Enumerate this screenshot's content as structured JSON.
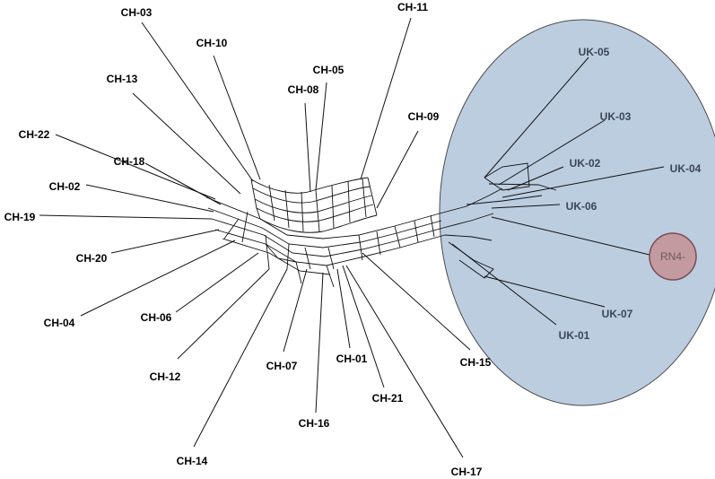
{
  "colors": {
    "group_fill": "#bccde0",
    "group_stroke": "#4a4a4a",
    "highlight_fill": "#c49aa1",
    "highlight_stroke": "#7a4a52"
  },
  "groups": {
    "uk_cluster_label": "",
    "highlight_label": "RN4-"
  },
  "taxa": {
    "ch03": "CH-03",
    "ch10": "CH-10",
    "ch11": "CH-11",
    "ch05": "CH-05",
    "ch08": "CH-08",
    "ch13": "CH-13",
    "ch09": "CH-09",
    "ch22": "CH-22",
    "ch18": "CH-18",
    "ch02": "CH-02",
    "ch19": "CH-19",
    "ch20": "CH-20",
    "ch04": "CH-04",
    "ch06": "CH-06",
    "ch12": "CH-12",
    "ch07": "CH-07",
    "ch01": "CH-01",
    "ch21": "CH-21",
    "ch16": "CH-16",
    "ch14": "CH-14",
    "ch15": "CH-15",
    "ch17": "CH-17",
    "uk05": "UK-05",
    "uk03": "UK-03",
    "uk02": "UK-02",
    "uk04": "UK-04",
    "uk06": "UK-06",
    "uk07": "UK-07",
    "uk01": "UK-01"
  }
}
